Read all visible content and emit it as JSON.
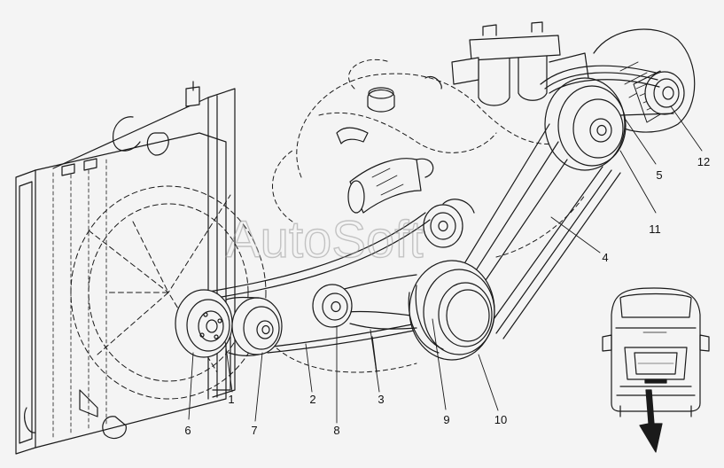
{
  "watermark": "AutoSoft",
  "callouts": [
    {
      "id": "c1",
      "label": "1"
    },
    {
      "id": "c2",
      "label": "2"
    },
    {
      "id": "c3",
      "label": "3"
    },
    {
      "id": "c4",
      "label": "4"
    },
    {
      "id": "c5",
      "label": "5"
    },
    {
      "id": "c6",
      "label": "6"
    },
    {
      "id": "c7",
      "label": "7"
    },
    {
      "id": "c8",
      "label": "8"
    },
    {
      "id": "c9",
      "label": "9"
    },
    {
      "id": "c10",
      "label": "10"
    },
    {
      "id": "c11",
      "label": "11"
    },
    {
      "id": "c12",
      "label": "12"
    }
  ],
  "colors": {
    "line": "#1a1a1a",
    "background": "#f4f4f4"
  }
}
